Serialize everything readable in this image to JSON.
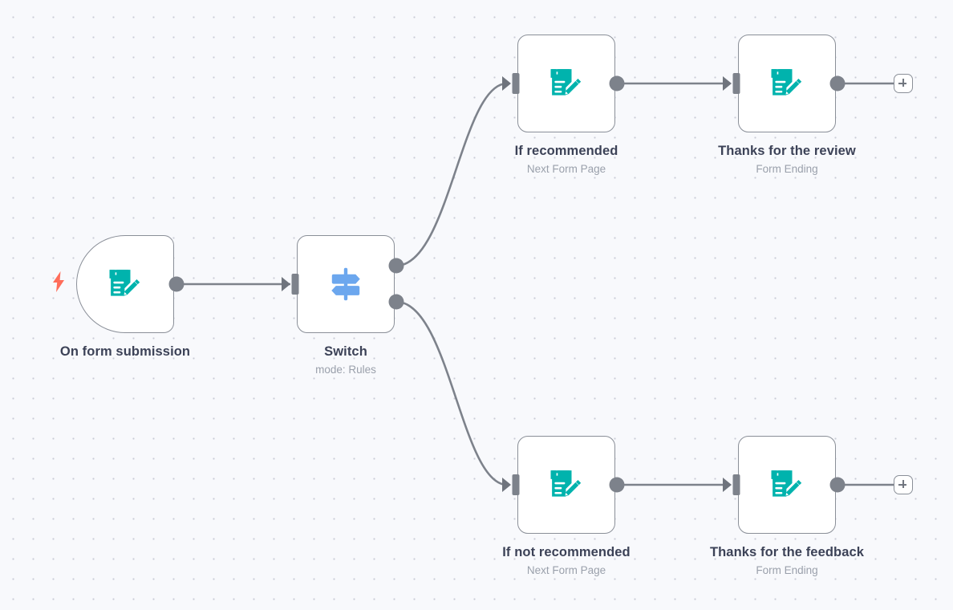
{
  "app": {
    "name": "n8n-workflow-canvas",
    "background_color": "#f8f9fc",
    "grid_dot_color": "#c9cbd6"
  },
  "colors": {
    "node_border": "#8a8f98",
    "node_fill": "#ffffff",
    "connector": "#7d828b",
    "form_icon_teal": "#00b3ad",
    "switch_icon_blue": "#6ca7ee",
    "trigger_bolt_orange": "#ff6d5a",
    "title_text": "#3c4257",
    "subtitle_text": "#9aa0ab"
  },
  "nodes": [
    {
      "id": "on-form-submission",
      "title": "On form submission",
      "subtitle": "",
      "icon": "form-document-pencil-icon",
      "kind": "trigger",
      "has_bolt": true,
      "bolt_icon": "lightning-bolt-icon"
    },
    {
      "id": "switch",
      "title": "Switch",
      "subtitle": "mode: Rules",
      "icon": "signpost-switch-icon",
      "kind": "logic",
      "has_bolt": false
    },
    {
      "id": "if-recommended",
      "title": "If recommended",
      "subtitle": "Next Form Page",
      "icon": "form-document-pencil-icon",
      "kind": "action",
      "has_bolt": false
    },
    {
      "id": "thanks-for-the-review",
      "title": "Thanks for the review",
      "subtitle": "Form Ending",
      "icon": "form-document-pencil-icon",
      "kind": "action",
      "has_bolt": false
    },
    {
      "id": "if-not-recommended",
      "title": "If not recommended",
      "subtitle": "Next Form Page",
      "icon": "form-document-pencil-icon",
      "kind": "action",
      "has_bolt": false
    },
    {
      "id": "thanks-for-the-feedback",
      "title": "Thanks for the feedback",
      "subtitle": "Form Ending",
      "icon": "form-document-pencil-icon",
      "kind": "action",
      "has_bolt": false
    }
  ],
  "add_buttons": [
    {
      "id": "add-node-after-thanks-review",
      "label": "+"
    },
    {
      "id": "add-node-after-thanks-feedback",
      "label": "+"
    }
  ],
  "connections": [
    {
      "from": "on-form-submission",
      "to": "switch"
    },
    {
      "from": "switch",
      "to": "if-recommended",
      "output": 0
    },
    {
      "from": "switch",
      "to": "if-not-recommended",
      "output": 1
    },
    {
      "from": "if-recommended",
      "to": "thanks-for-the-review"
    },
    {
      "from": "if-not-recommended",
      "to": "thanks-for-the-feedback"
    }
  ]
}
